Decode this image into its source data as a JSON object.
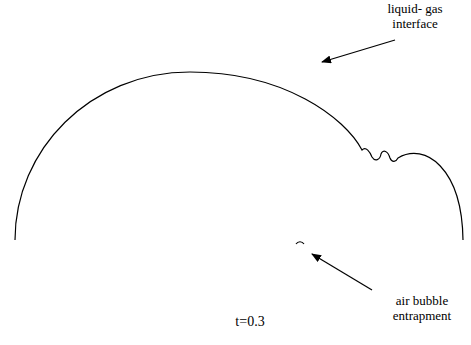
{
  "diagram": {
    "labels": [
      "liquid- gas interface",
      "air bubble entrapment",
      "t=0.3"
    ]
  }
}
